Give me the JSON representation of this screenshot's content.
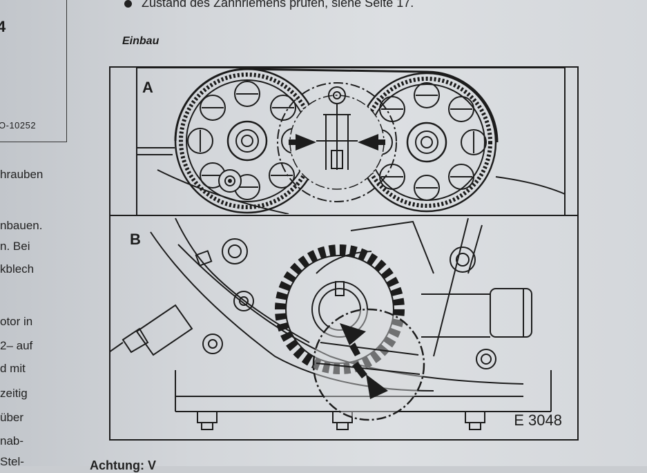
{
  "header": {
    "bullet_text": "Zustand des Zahnriemens prüfen, siehe Seite 17."
  },
  "left_box": {
    "number": "4",
    "code": "O-10252"
  },
  "left_fragments": [
    "hrauben",
    "nbauen.",
    "n.  Bei",
    "kblech",
    "otor in",
    "2– auf",
    "d mit",
    "zeitig",
    "über",
    "nab-",
    "Stel-"
  ],
  "section": {
    "heading": "Einbau"
  },
  "figure": {
    "label_a": "A",
    "label_b": "B",
    "code": "E 3048"
  },
  "footer": {
    "partial_text": "Achtung:  V"
  },
  "colors": {
    "paper": "#d6d9dc",
    "ink": "#1c1c1c"
  }
}
